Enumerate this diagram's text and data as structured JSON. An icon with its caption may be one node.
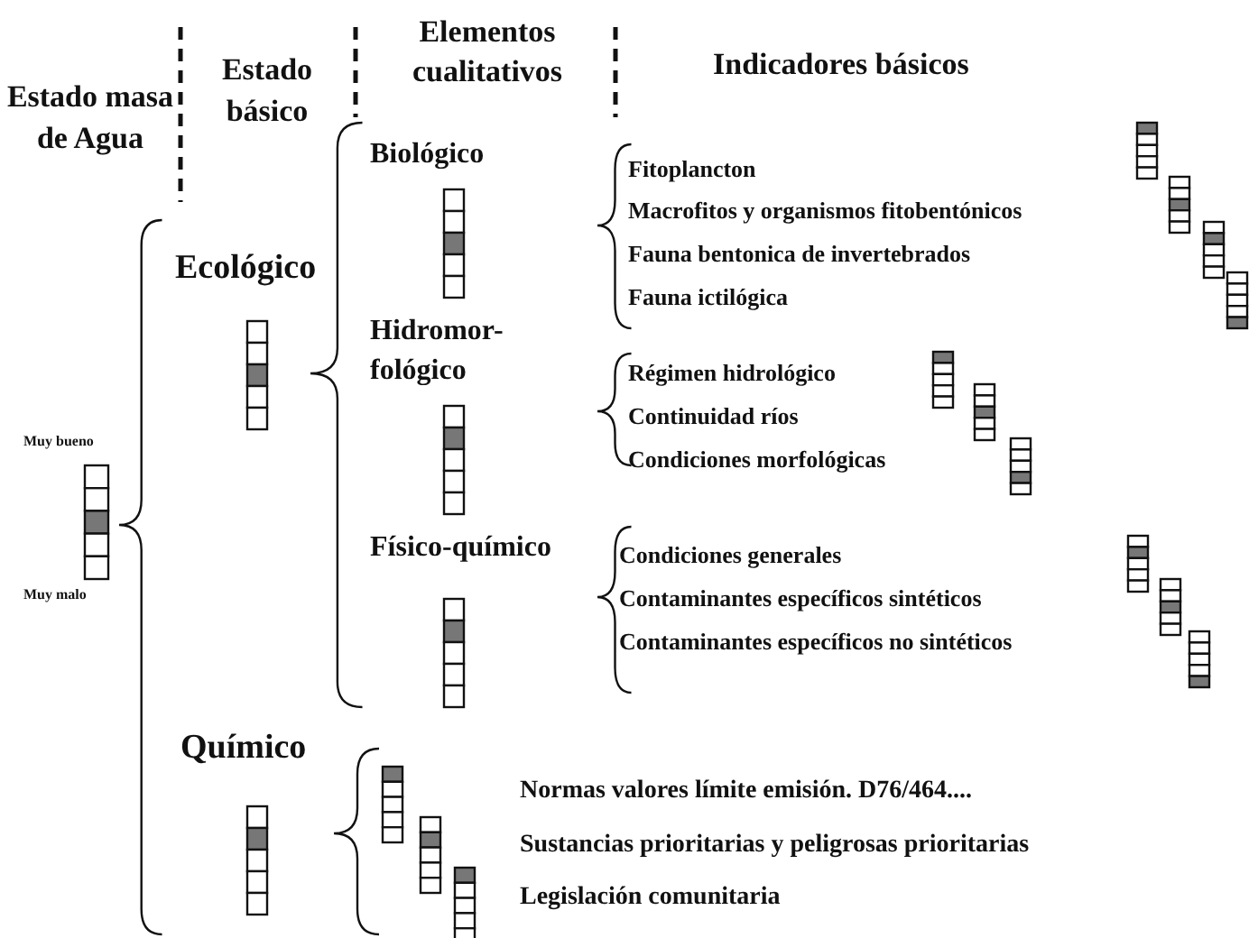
{
  "diagram": {
    "labels": [
      "Estado masa de Agua",
      "Estado básico",
      "Elementos cualitativos",
      "Indicadores básicos",
      "Biológico",
      "Fitoplancton",
      "Macrofitos y organismos fitobentónicos",
      "Fauna bentonica de invertebrados",
      "Fauna ictilógica",
      "Ecológico",
      "Hidromor-fológico",
      "Régimen hidrológico",
      "Continuidad ríos",
      "Condiciones morfológicas",
      "Muy bueno",
      "Muy malo",
      "Físico-químico",
      "Condiciones generales",
      "Contaminantes específicos sintéticos",
      "Contaminantes específicos no sintéticos",
      "Químico",
      "Normas valores límite emisión. D76/464....",
      "Sustancias prioritarias y peligrosas prioritarias",
      "Legislación comunitaria"
    ]
  }
}
